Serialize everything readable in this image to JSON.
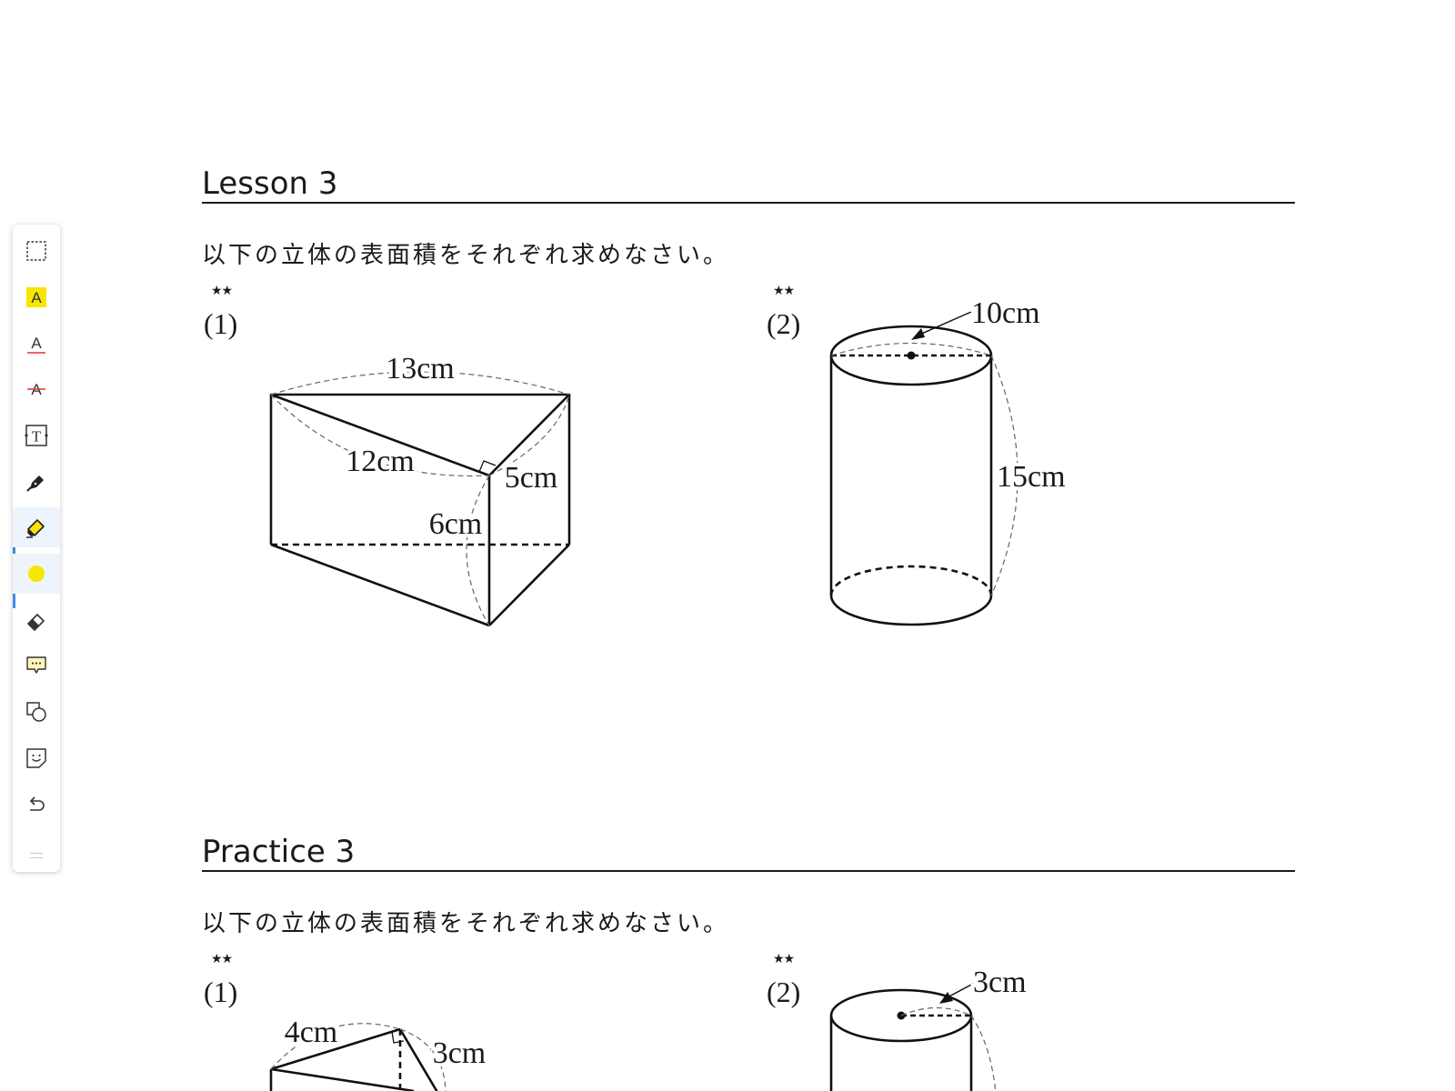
{
  "toolbar": {
    "tools": [
      {
        "name": "select",
        "icon": "dashed-rect-select-icon"
      },
      {
        "name": "highlight-text",
        "icon": "highlight-text-icon"
      },
      {
        "name": "underline-text",
        "icon": "underline-text-icon"
      },
      {
        "name": "strikethrough-text",
        "icon": "strikethrough-text-icon"
      },
      {
        "name": "text-box",
        "icon": "text-box-icon"
      },
      {
        "name": "pen",
        "icon": "pen-icon"
      },
      {
        "name": "highlighter",
        "icon": "highlighter-icon",
        "active": true
      },
      {
        "name": "color",
        "icon": "color-dot-icon",
        "value": "#f7e600"
      },
      {
        "name": "eraser",
        "icon": "eraser-icon"
      },
      {
        "name": "comment",
        "icon": "comment-icon"
      },
      {
        "name": "shapes",
        "icon": "shapes-icon"
      },
      {
        "name": "sticker",
        "icon": "sticker-icon"
      },
      {
        "name": "undo",
        "icon": "undo-icon"
      }
    ],
    "highlight_label": "A",
    "underline_label": "A",
    "strike_label": "A",
    "textbox_label": "T",
    "accent_color": "#3d8ee5",
    "highlight_color": "#f7e600"
  },
  "lesson": {
    "title": "Lesson 3",
    "instruction": "以下の立体の表面積をそれぞれ求めなさい。",
    "problem1": {
      "stars": "★★",
      "number": "(1)",
      "labels": {
        "top": "13cm",
        "diag": "12cm",
        "right": "5cm",
        "height": "6cm"
      }
    },
    "problem2": {
      "stars": "★★",
      "number": "(2)",
      "labels": {
        "diameter": "10cm",
        "height": "15cm"
      }
    }
  },
  "practice": {
    "title": "Practice 3",
    "instruction": "以下の立体の表面積をそれぞれ求めなさい。",
    "problem1": {
      "stars": "★★",
      "number": "(1)",
      "labels": {
        "top": "4cm",
        "right": "3cm"
      }
    },
    "problem2": {
      "stars": "★★",
      "number": "(2)",
      "labels": {
        "radius": "3cm"
      }
    }
  }
}
